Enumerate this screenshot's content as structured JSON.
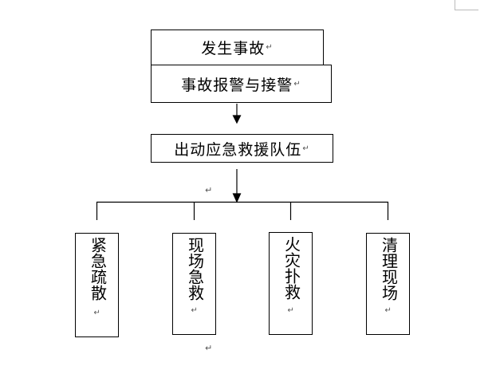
{
  "page_corner_mark": "",
  "return_mark": "↵",
  "flow": {
    "step1": "发生事故",
    "step2": "事故报警与接警",
    "step3": "出动应急救援队伍"
  },
  "branches": [
    {
      "label": "紧急疏散"
    },
    {
      "label": "现场急救"
    },
    {
      "label": "火灾扑救"
    },
    {
      "label": "清理现场"
    }
  ]
}
